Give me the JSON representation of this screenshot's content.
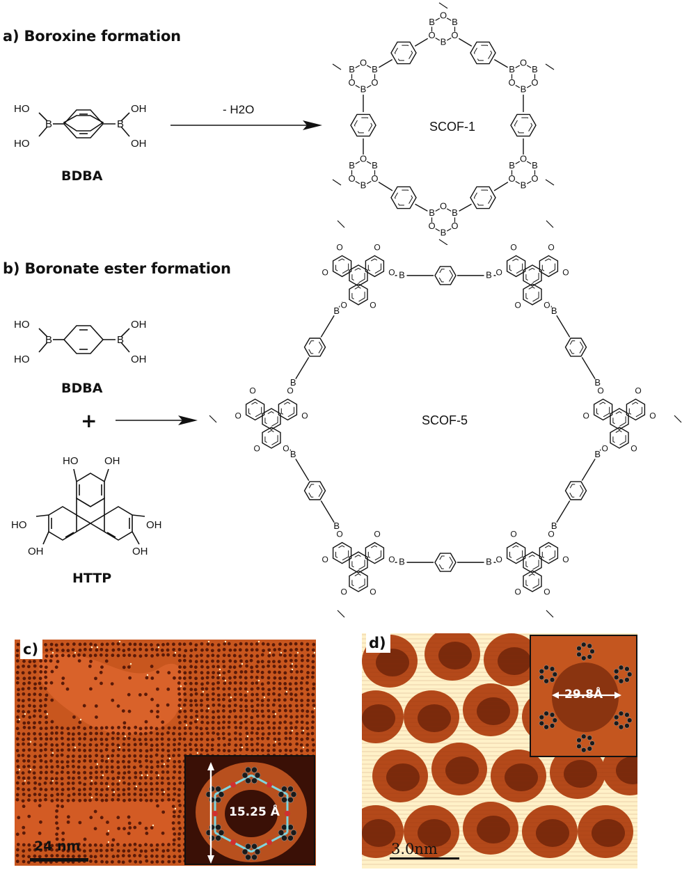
{
  "panel_a": {
    "heading": "a) Boroxine formation",
    "reactant": {
      "name": "BDBA",
      "oh": "OH",
      "ho": "HO",
      "b": "B"
    },
    "arrow_label": "- H2O",
    "product": "SCOF-1",
    "boroxine_atoms": {
      "b": "B",
      "o": "O"
    }
  },
  "panel_b": {
    "heading": "b) Boronate ester formation",
    "reactant1": {
      "name": "BDBA",
      "oh": "OH",
      "ho": "HO",
      "b": "B"
    },
    "plus": "+",
    "reactant2": {
      "name": "HTTP",
      "oh": "OH",
      "ho": "HO"
    },
    "product": "SCOF-5",
    "ester_atoms": {
      "b": "B",
      "o": "O"
    }
  },
  "panel_c": {
    "label": "c)",
    "scale_bar": "24 nm",
    "inset_measure": "15.25 Å"
  },
  "panel_d": {
    "label": "d)",
    "scale_bar": "3.0nm",
    "inset_measure": "29.8Å"
  },
  "colors": {
    "stm_dark": "#5a1a08",
    "stm_mid": "#c8561e",
    "stm_light": "#f3a15a",
    "stm_highlight": "#fff1c8",
    "bond": "#111111",
    "atom_carbon": "#1a1a1a",
    "atom_oxygen": "#d03030",
    "atom_boron": "#7fd6e0"
  }
}
